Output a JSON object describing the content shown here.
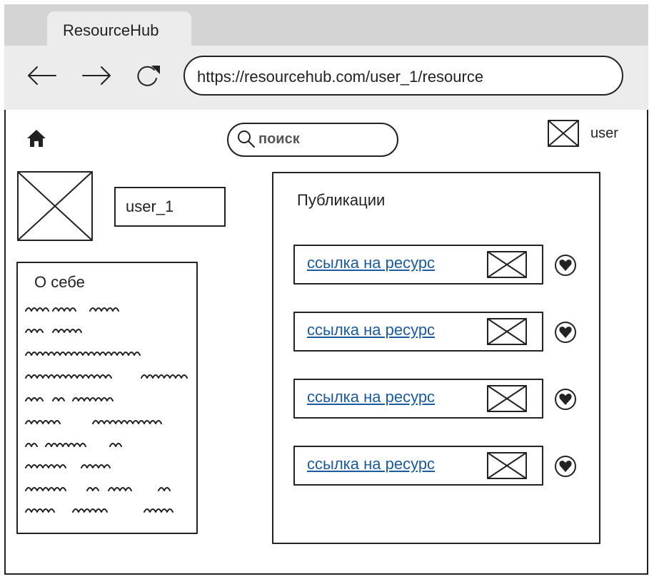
{
  "browser": {
    "tab_title": "ResourceHub",
    "url": "https://resourcehub.com/user_1/resource",
    "back_icon": "arrow-left-icon",
    "forward_icon": "arrow-right-icon",
    "reload_icon": "reload-icon"
  },
  "header": {
    "home_icon": "home-icon",
    "search_placeholder": "поиск",
    "user_label": "user"
  },
  "profile": {
    "username": "user_1",
    "about_title": "О себе"
  },
  "publications": {
    "title": "Публикации",
    "items": [
      {
        "link": "ссылка на ресурс"
      },
      {
        "link": "ссылка на ресурс"
      },
      {
        "link": "ссылка на ресурс"
      },
      {
        "link": "ссылка на ресурс"
      }
    ]
  },
  "colors": {
    "link": "#1a5a9e",
    "chrome": "#d4d4d4",
    "chrome_light": "#ececec"
  }
}
